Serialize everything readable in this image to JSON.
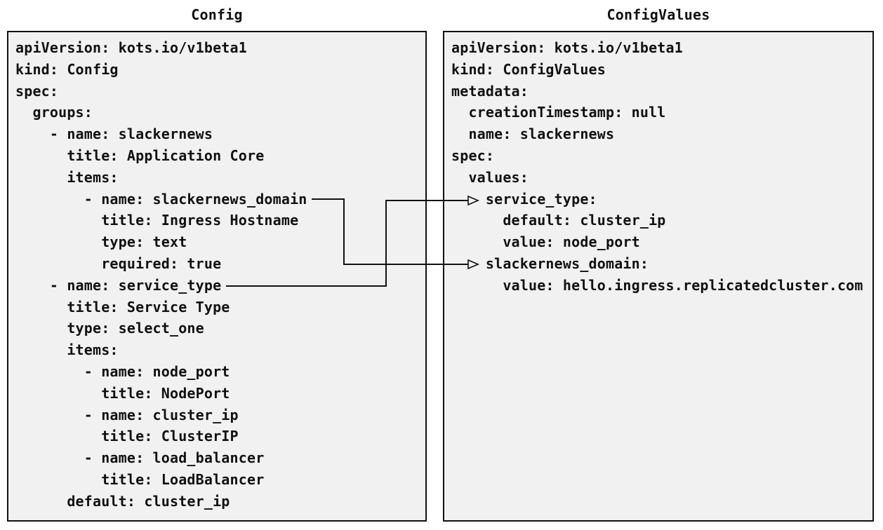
{
  "colors": {
    "box_fill": "#f1f1f2",
    "box_border": "#111111",
    "text": "#111111",
    "connector": "#111111",
    "page_bg": "#ffffff"
  },
  "left_panel": {
    "title": "Config",
    "yaml": "apiVersion: kots.io/v1beta1\nkind: Config\nspec:\n  groups:\n    - name: slackernews\n      title: Application Core\n      items:\n        - name: slackernews_domain\n          title: Ingress Hostname\n          type: text\n          required: true\n    - name: service_type\n      title: Service Type\n      type: select_one\n      items:\n        - name: node_port\n          title: NodePort\n        - name: cluster_ip\n          title: ClusterIP\n        - name: load_balancer\n          title: LoadBalancer\n      default: cluster_ip"
  },
  "right_panel": {
    "title": "ConfigValues",
    "yaml": "apiVersion: kots.io/v1beta1\nkind: ConfigValues\nmetadata:\n  creationTimestamp: null\n  name: slackernews\nspec:\n  values:\n    service_type:\n      default: cluster_ip\n      value: node_port\n    slackernews_domain:\n      value: hello.ingress.replicatedcluster.com"
  },
  "connections": [
    {
      "from": "Config item slackernews_domain",
      "to": "ConfigValues spec.values.slackernews_domain"
    },
    {
      "from": "Config item service_type",
      "to": "ConfigValues spec.values.service_type"
    }
  ]
}
